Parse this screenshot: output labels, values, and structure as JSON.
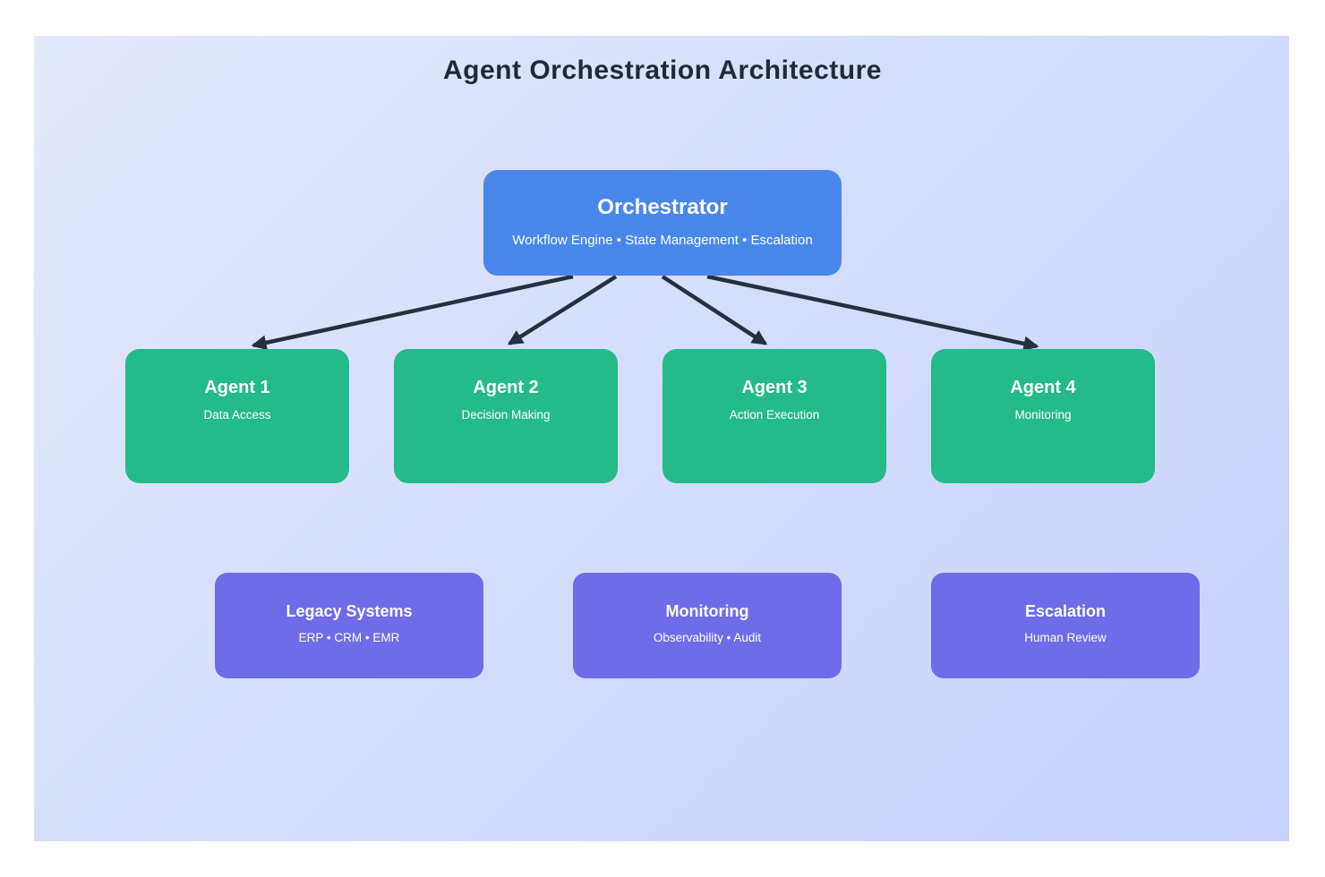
{
  "title": "Agent Orchestration Architecture",
  "colors": {
    "orchestrator": "#4a87eb",
    "agent": "#24ba8a",
    "system": "#6e6ce8",
    "arrow": "#24303f",
    "title_text": "#1f2a3d",
    "canvas_from": "#e3e8fc",
    "canvas_to": "#c7d2fa",
    "node_text": "#ffffff"
  },
  "orchestrator": {
    "title": "Orchestrator",
    "subtitle": "Workflow Engine • State Management • Escalation"
  },
  "agents": [
    {
      "title": "Agent 1",
      "subtitle": "Data Access"
    },
    {
      "title": "Agent 2",
      "subtitle": "Decision Making"
    },
    {
      "title": "Agent 3",
      "subtitle": "Action Execution"
    },
    {
      "title": "Agent 4",
      "subtitle": "Monitoring"
    }
  ],
  "systems": [
    {
      "title": "Legacy Systems",
      "subtitle": "ERP • CRM • EMR"
    },
    {
      "title": "Monitoring",
      "subtitle": "Observability • Audit"
    },
    {
      "title": "Escalation",
      "subtitle": "Human Review"
    }
  ]
}
